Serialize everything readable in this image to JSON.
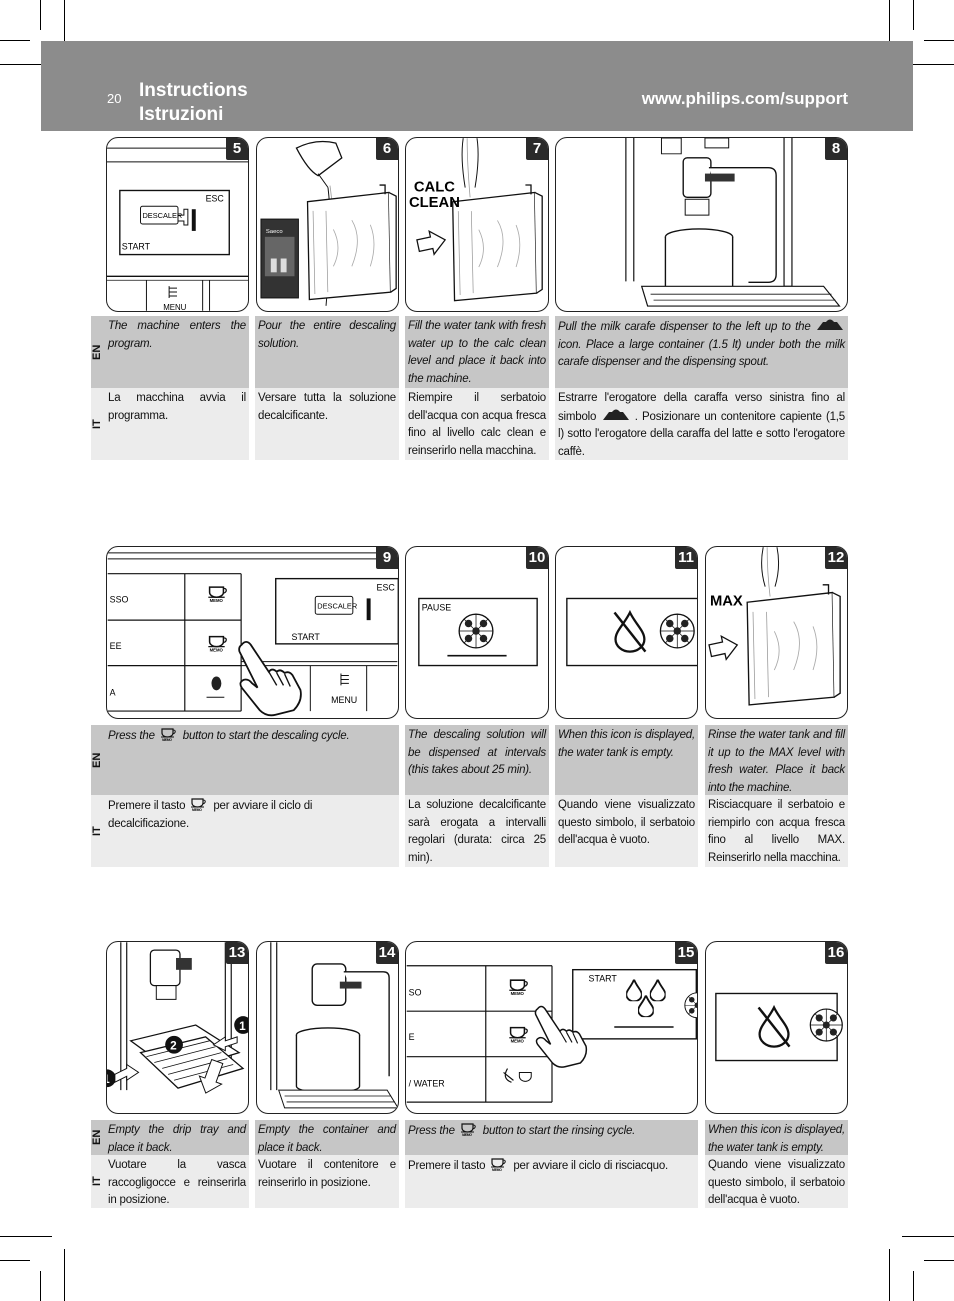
{
  "header": {
    "page_number": "20",
    "title_en": "Instructions",
    "title_it": "Istruzioni",
    "url": "www.philips.com/support"
  },
  "lang_labels": {
    "en": "EN",
    "it": "IT"
  },
  "panels": {
    "p5": {
      "number": "5",
      "screen_esc": "ESC",
      "screen_descaler": "DESCALER",
      "screen_start": "START",
      "menu_label": "MENU"
    },
    "p6": {
      "number": "6",
      "bottle_brand": "Saeco"
    },
    "p7": {
      "number": "7",
      "label_line1": "CALC",
      "label_line2": "CLEAN"
    },
    "p8": {
      "number": "8"
    },
    "p9": {
      "number": "9",
      "row1": "SSO",
      "row2": "EE",
      "row3": "A",
      "memo": "MEMO",
      "screen_esc": "ESC",
      "screen_descaler": "DESCALER",
      "screen_start": "START",
      "menu_label": "MENU"
    },
    "p10": {
      "number": "10",
      "screen_text": "PAUSE"
    },
    "p11": {
      "number": "11"
    },
    "p12": {
      "number": "12",
      "label": "MAX"
    },
    "p13": {
      "number": "13",
      "callout1": "1",
      "callout2": "2"
    },
    "p14": {
      "number": "14"
    },
    "p15": {
      "number": "15",
      "row1": "SO",
      "row2": "E",
      "row3": "/ WATER",
      "memo": "MEMO",
      "screen_text": "START"
    },
    "p16": {
      "number": "16"
    }
  },
  "steps": {
    "s5": {
      "en": "The machine enters the program.",
      "it": "La macchina avvia il programma."
    },
    "s6": {
      "en": "Pour the entire descaling solution.",
      "it": "Versare tutta la soluzione decalcificante."
    },
    "s7": {
      "en": "Fill the water tank with fresh water up to the calc clean level and place it back into the machine.",
      "it": "Riempire il serbatoio dell'acqua con acqua fresca fino al livello calc clean e reinserirlo nella macchina."
    },
    "s8": {
      "en_a": "Pull the milk carafe dispenser to the left up to the",
      "en_b": "icon. Place a large container (1.5 lt) under both the milk carafe dispenser and the dispensing spout.",
      "it_a": "Estrarre l'erogatore della caraffa verso sinistra fino al simbolo",
      "it_b": ". Posizionare un contenitore capiente (1,5 l) sotto l'erogatore della caraffa del latte e sotto l'erogatore caffè."
    },
    "s9": {
      "en_a": "Press the",
      "en_b": "button to start the descaling cycle.",
      "it_a": "Premere il tasto",
      "it_b": "per avviare il ciclo di decalcificazione."
    },
    "s10": {
      "en": "The descaling solution will be dispensed at intervals (this takes about 25 min).",
      "it": "La soluzione decalcificante sarà erogata a intervalli regolari (durata: circa 25 min)."
    },
    "s11": {
      "en": "When this icon is displayed, the water tank is empty.",
      "it": "Quando viene visualizzato questo simbolo, il serbatoio dell'acqua è vuoto."
    },
    "s12": {
      "en": "Rinse the water tank and fill it up to the MAX level with fresh water. Place it back into the machine.",
      "it": "Risciacquare il serbatoio e riempirlo con acqua fresca fino al livello MAX. Reinserirlo nella macchina."
    },
    "s13": {
      "en": "Empty the drip tray and place it back.",
      "it": "Vuotare la vasca raccogligocce e reinserirla in posizione."
    },
    "s14": {
      "en": "Empty the container and place it back.",
      "it": "Vuotare il contenitore e reinserirlo in posizione."
    },
    "s15": {
      "en_a": "Press the",
      "en_b": "button to start the rinsing cycle.",
      "it_a": "Premere il tasto",
      "it_b": "per avviare il ciclo di risciacquo."
    },
    "s16": {
      "en": "When this icon is displayed, the water tank is empty.",
      "it": "Quando viene visualizzato questo simbolo, il serbatoio dell'acqua è vuoto."
    }
  },
  "icons": {
    "memo_button": "memo-cup-icon",
    "carafe_position": "carafe-position-icon",
    "water_empty": "no-water-icon",
    "drops": "water-drops-icon"
  }
}
